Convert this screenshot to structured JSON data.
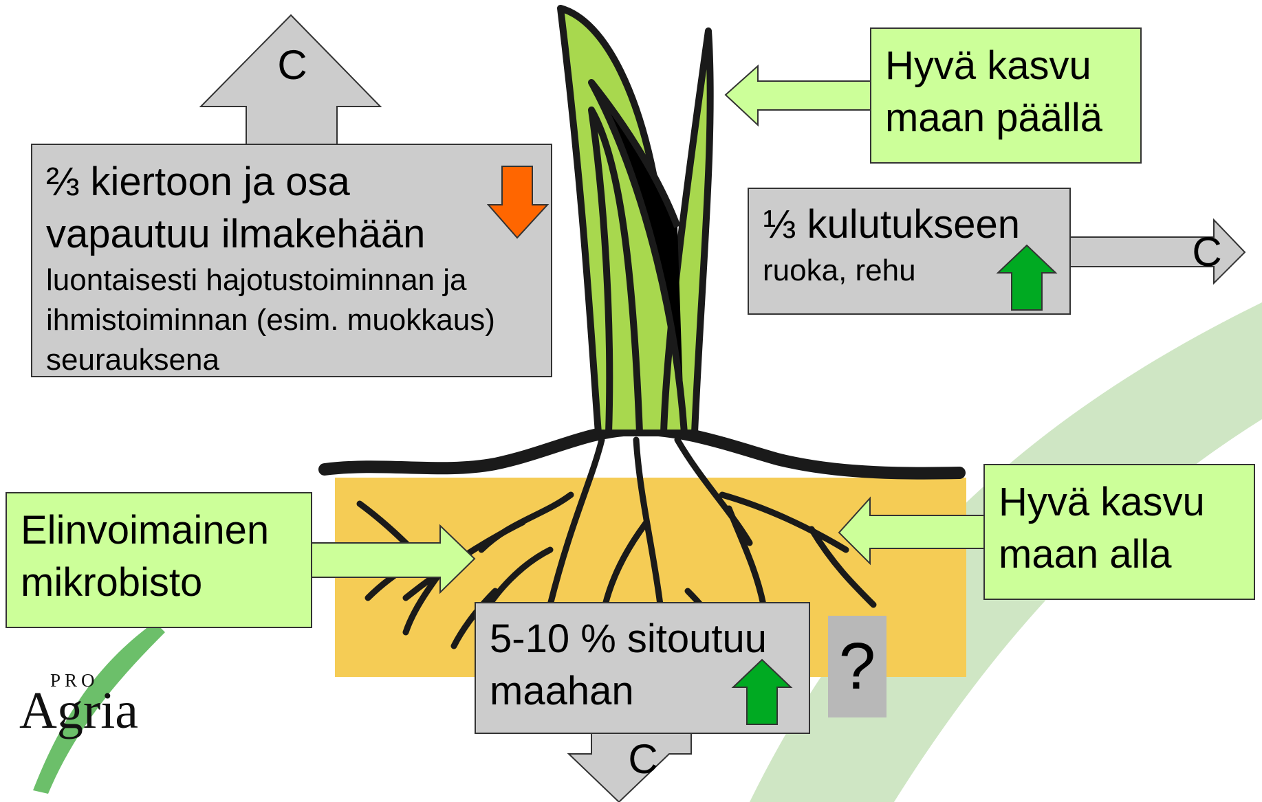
{
  "diagram": {
    "top_left_box": {
      "line1": "⅔ kiertoon ja osa",
      "line2": "vapautuu ilmakehään",
      "detail1": "luontaisesti hajotustoiminnan ja",
      "detail2": "ihmistoiminnan (esim. muokkaus)",
      "detail3": "seurauksena",
      "trend_icon": "arrow-down-icon",
      "trend_color": "#ff6600"
    },
    "top_left_arrow_label": "C",
    "above_ground_box": {
      "line1": "Hyvä kasvu",
      "line2": "maan päällä"
    },
    "consumption_box": {
      "line1": "⅓ kulutukseen",
      "line2": "ruoka, rehu",
      "trend_icon": "arrow-up-icon",
      "trend_color": "#00aa22"
    },
    "consumption_arrow_label": "C",
    "microbes_box": {
      "line1": "Elinvoimainen",
      "line2": "mikrobisto"
    },
    "below_ground_box": {
      "line1": "Hyvä kasvu",
      "line2": "maan alla"
    },
    "soil_box": {
      "line1": "5-10 % sitoutuu",
      "line2": "maahan",
      "trend_icon": "arrow-up-icon",
      "trend_color": "#00aa22"
    },
    "question_mark": "?",
    "soil_arrow_label": "C"
  },
  "logo": {
    "pro": "PRO",
    "name": "Agria"
  },
  "colors": {
    "grey_box": "#cccccc",
    "green_box": "#ccff99",
    "soil": "#f5cc55",
    "plant": "#a8d84e",
    "background_swoosh": "#cfe6c4"
  }
}
